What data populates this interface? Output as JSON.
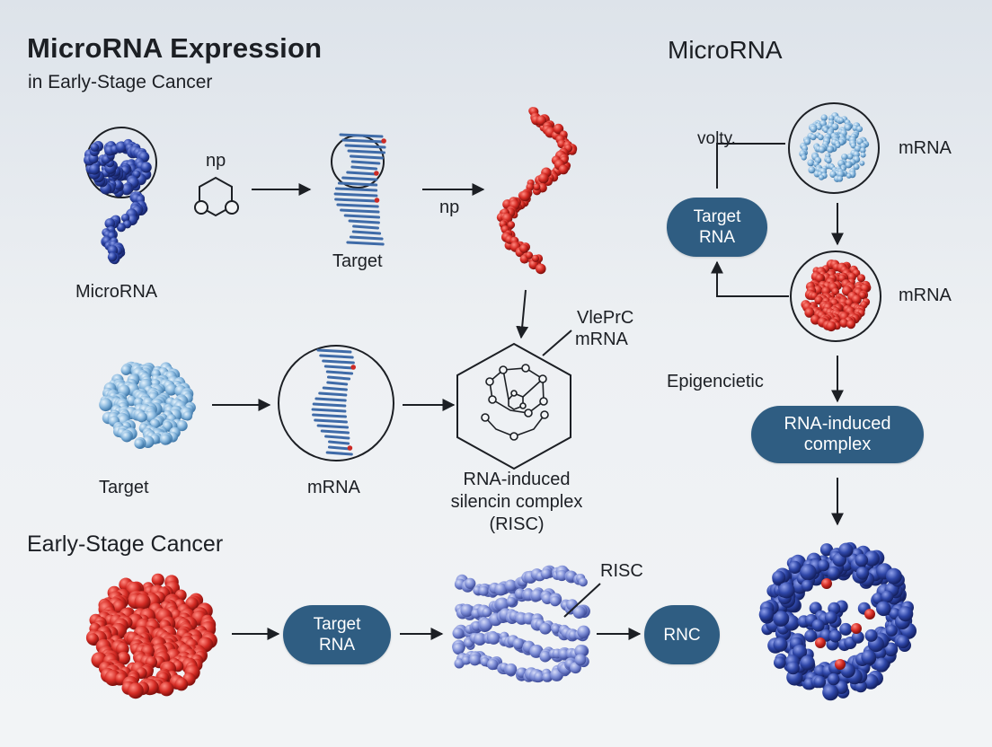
{
  "title": "MicroRNA Expression",
  "subtitle": "in Early-Stage Cancer",
  "right_title": "MicroRNA",
  "section_bottom": "Early-Stage Cancer",
  "labels": {
    "np_top_left": "np",
    "np_mid": "np",
    "target_helix": "Target",
    "microrna": "MicroRNA",
    "target_sphere": "Target",
    "mrna_circle": "mRNA",
    "vleprc": "VlePrC",
    "vleprc_mrna": "mRNA",
    "risc_line1": "RNA-induced",
    "risc_line2": "silencin complex",
    "risc_line3": "(RISC)",
    "volty": "volty.",
    "mrna_top": "mRNA",
    "mrna_right": "mRNA",
    "epigencietic": "Epigencietic",
    "risc_bottom": "RISC"
  },
  "pills": {
    "target_rna_right": [
      "Target",
      "RNA"
    ],
    "rna_induced_complex": [
      "RNA-induced",
      "complex"
    ],
    "target_rna_bottom": [
      "Target",
      "RNA"
    ],
    "rnc": "RNC"
  },
  "colors": {
    "pill": "#2f5d82",
    "red": "#cc2a25",
    "blue_dark": "#2a3f9a",
    "blue_light": "#7fb0d8",
    "periwinkle": "#7383cf",
    "arrow": "#1c1f24"
  }
}
